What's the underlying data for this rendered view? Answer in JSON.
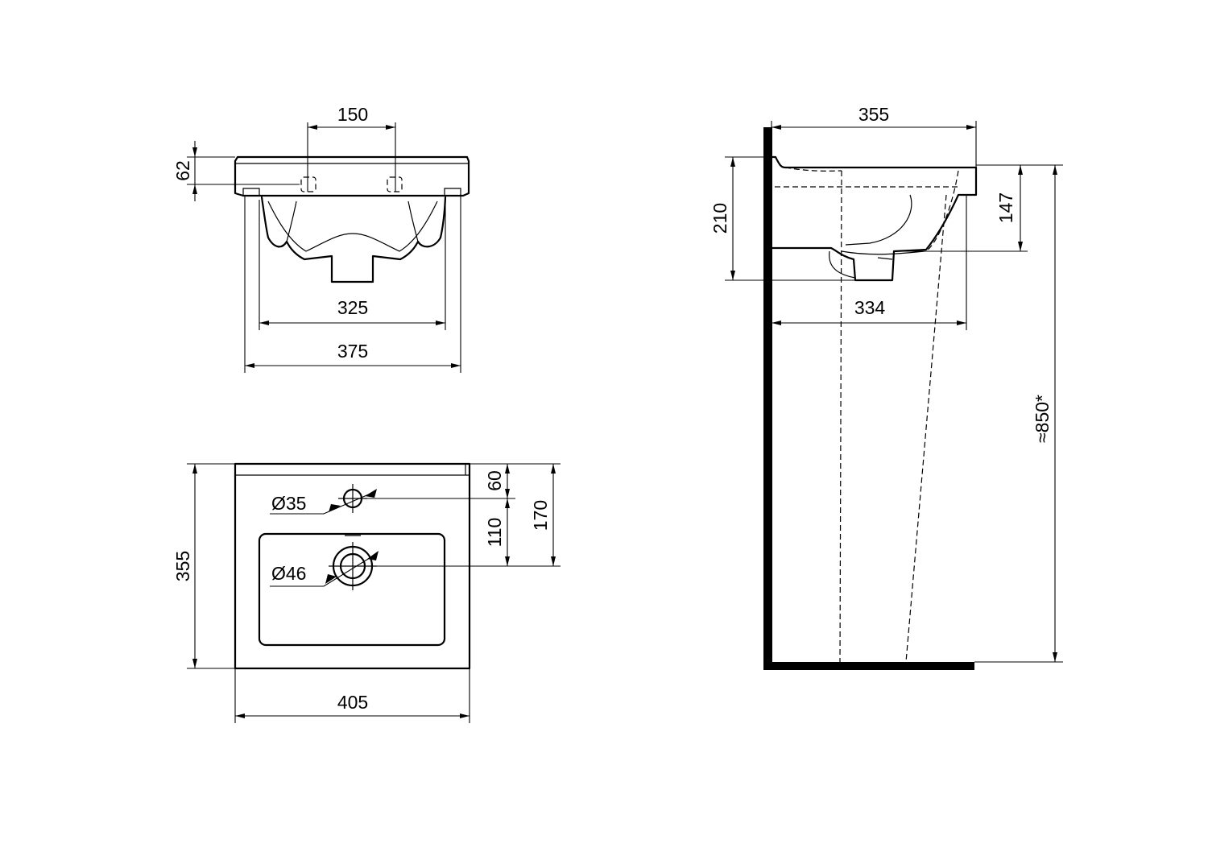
{
  "front_view": {
    "dimensions": {
      "tap_spacing": "150",
      "height": "62",
      "inner_width": "325",
      "outer_width": "375"
    }
  },
  "top_view": {
    "dimensions": {
      "tap_hole_diameter": "Ø35",
      "drain_hole_diameter": "Ø46",
      "to_tap": "60",
      "tap_to_drain": "110",
      "to_drain": "170",
      "depth": "355",
      "width": "405"
    }
  },
  "side_view": {
    "dimensions": {
      "depth": "355",
      "height": "210",
      "bowl_depth": "147",
      "projection": "334",
      "install_height": "≈850*"
    }
  }
}
